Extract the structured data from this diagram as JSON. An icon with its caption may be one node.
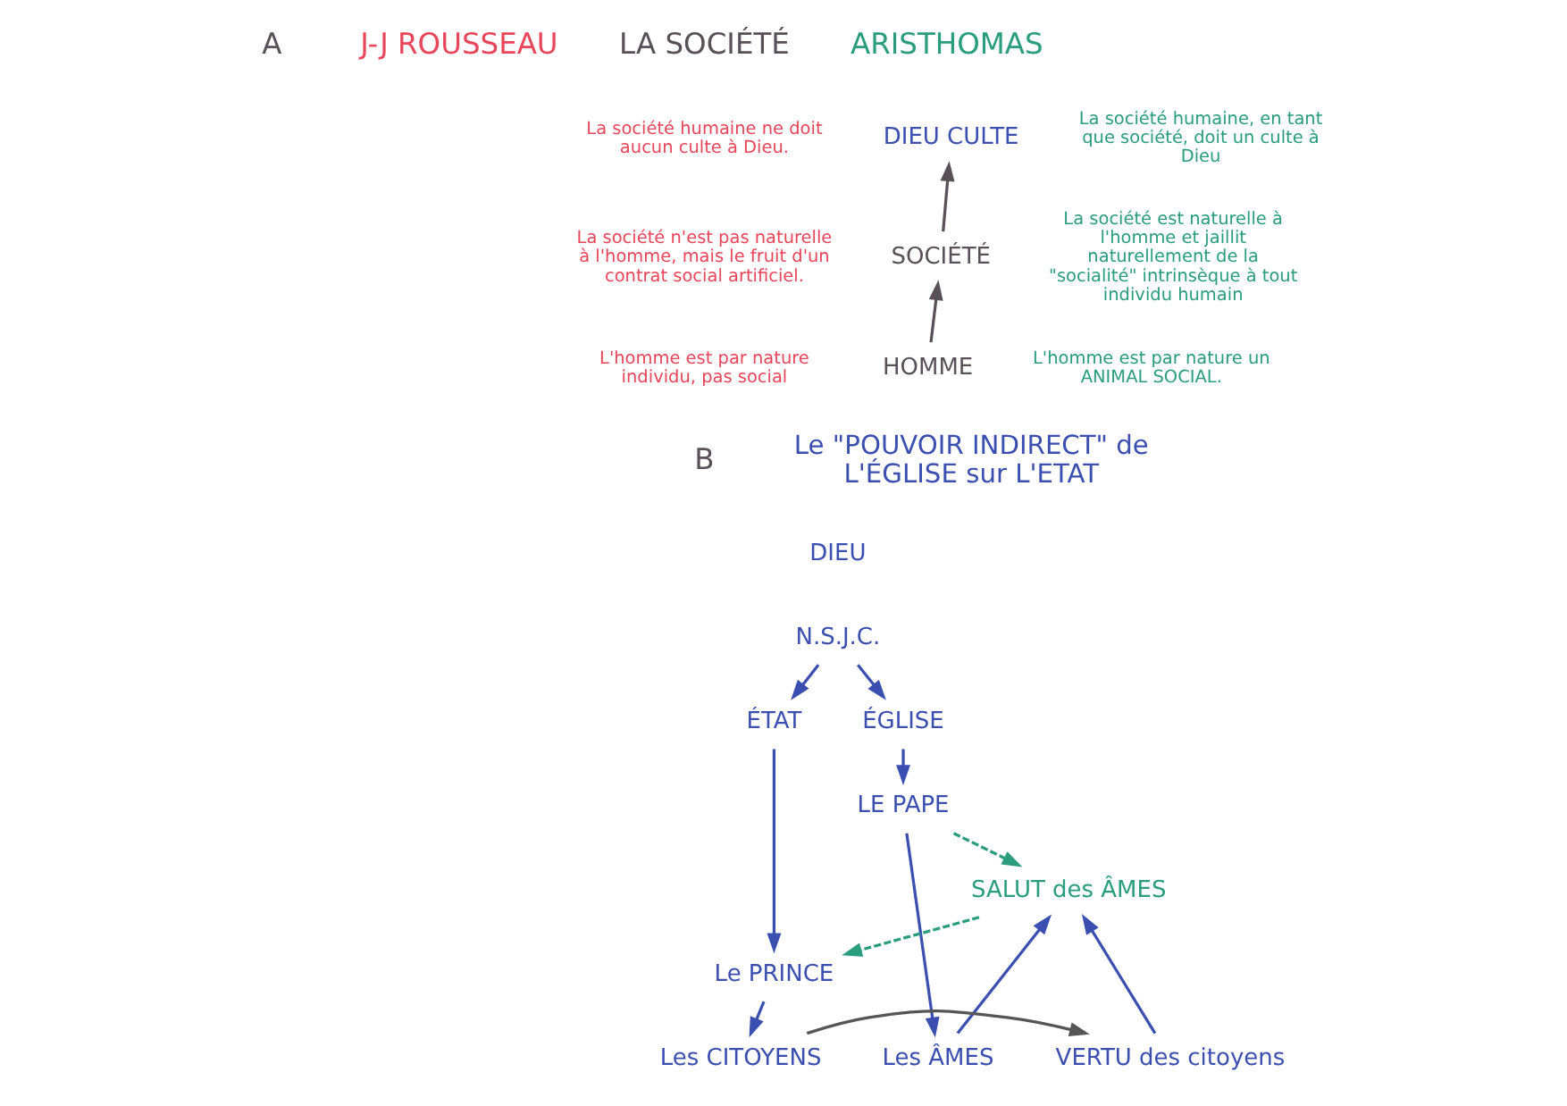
{
  "diagram": {
    "nodes": [
      {
        "text": [
          "DIEU CULTE"
        ]
      },
      {
        "text": [
          "SOCIÉTÉ"
        ]
      },
      {
        "text": [
          "HOMME"
        ]
      },
      {
        "text": [
          "DIEU"
        ]
      },
      {
        "text": [
          "N.S.J.C."
        ]
      },
      {
        "text": [
          "ÉGLISE"
        ]
      },
      {
        "text": [
          "LE PAPE"
        ]
      },
      {
        "text": [
          "ÉTAT"
        ]
      },
      {
        "text": [
          "SALUT des ÂMES"
        ]
      },
      {
        "text": [
          "Les ÂMES"
        ]
      },
      {
        "text": [
          "VERTU des citoyens"
        ]
      },
      {
        "text": [
          "Le PRINCE"
        ]
      },
      {
        "text": [
          "Les CITOYENS"
        ]
      }
    ],
    "edges": [
      {
        "from": 2,
        "to": 1,
        "arrow": "to"
      },
      {
        "from": 1,
        "to": 0,
        "arrow": "to"
      },
      {
        "from": 4,
        "to": 5,
        "arrow": "to"
      },
      {
        "from": 4,
        "to": 7,
        "arrow": "to"
      },
      {
        "from": 5,
        "to": 6,
        "arrow": "to"
      },
      {
        "from": 6,
        "to": 8,
        "arrow": "to",
        "style": "dashed",
        "color": "#2a9d7f"
      },
      {
        "from": 6,
        "to": 9,
        "arrow": "to"
      },
      {
        "from": 9,
        "to": 8,
        "arrow": "to"
      },
      {
        "from": 10,
        "to": 8,
        "arrow": "to"
      },
      {
        "from": 8,
        "to": 11,
        "arrow": "to",
        "style": "dashed",
        "color": "#2a9d7f"
      },
      {
        "from": 7,
        "to": 11,
        "arrow": "to"
      },
      {
        "from": 11,
        "to": 12,
        "arrow": "to"
      },
      {
        "from": 12,
        "to": 10,
        "arrow": "to",
        "color": "#555555"
      }
    ],
    "labels": [
      "A",
      "J-J ROUSSEAU",
      "LA SOCIÉTÉ",
      "ARISTHOMAS",
      "La société humaine ne doit aucun culte à Dieu.",
      "La société humaine, en tant que société, doit un culte à Dieu",
      "La société n'est pas naturelle à l'homme, mais le fruit d'un contrat social artificiel.",
      "La société est naturelle à l'homme et jaillit naturellement de la \"socialité\" intrinsèque à tout individu humain",
      "L'homme est par nature individu, pas social",
      "L'homme est par nature un ANIMAL SOCIAL.",
      "B",
      "Le \"POUVOIR INDIRECT\" de L'ÉGLISE sur L'ETAT"
    ]
  }
}
